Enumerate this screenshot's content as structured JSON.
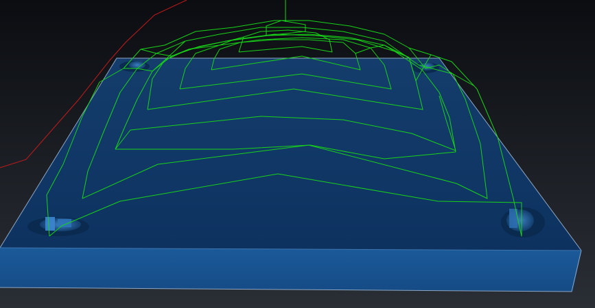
{
  "viewport": {
    "type": "3d-cam-toolpath-view",
    "background_top": "#0c0e12",
    "background_bottom": "#2a2e35"
  },
  "colors": {
    "stock_top": "#0e3563",
    "stock_front": "#17508c",
    "stock_edge": "#8ea7c4",
    "pocket_fill": "#2a6aa8",
    "toolpath": "#18d418",
    "rapid_move": "#c41b1b"
  },
  "scene": {
    "stock_block": "rectangular-plate",
    "holes": 4,
    "toolpath_loops": 8
  }
}
